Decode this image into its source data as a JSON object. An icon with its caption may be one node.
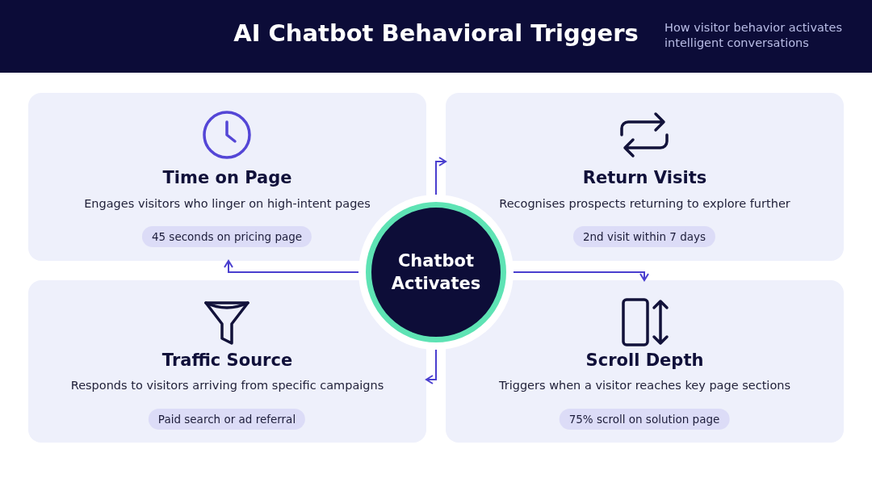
{
  "diagram": {
    "title": "AI Chatbot Behavioral Triggers",
    "nodes": [
      {
        "text": [
          "Time on Page",
          "Engages visitors who linger on high-intent pages"
        ]
      },
      {
        "text": [
          "45 seconds on pricing page"
        ],
        "in": 0
      },
      {
        "text": [
          "Return Visits",
          "Recognises prospects returning to explore further"
        ]
      },
      {
        "text": [
          "2nd visit within 7 days"
        ],
        "in": 2
      },
      {
        "text": [
          "Chatbot Activates"
        ]
      },
      {
        "text": [
          "Traffic Source",
          "Responds to visitors arriving from specific campaigns"
        ]
      },
      {
        "text": [
          "Paid search or ad referral"
        ],
        "in": 5
      },
      {
        "text": [
          "Scroll Depth",
          "Triggers when a visitor reaches key page sections"
        ]
      },
      {
        "text": [
          "75% scroll on solution page"
        ],
        "in": 7
      }
    ],
    "edges": [
      {
        "from": 4,
        "to": 2,
        "arrow": "to"
      },
      {
        "from": 4,
        "to": 0,
        "arrow": "to"
      },
      {
        "from": 4,
        "to": 7,
        "arrow": "to"
      },
      {
        "from": 4,
        "to": 5,
        "arrow": "to"
      }
    ],
    "labels": [
      "How visitor behavior activates intelligent conversations"
    ]
  }
}
